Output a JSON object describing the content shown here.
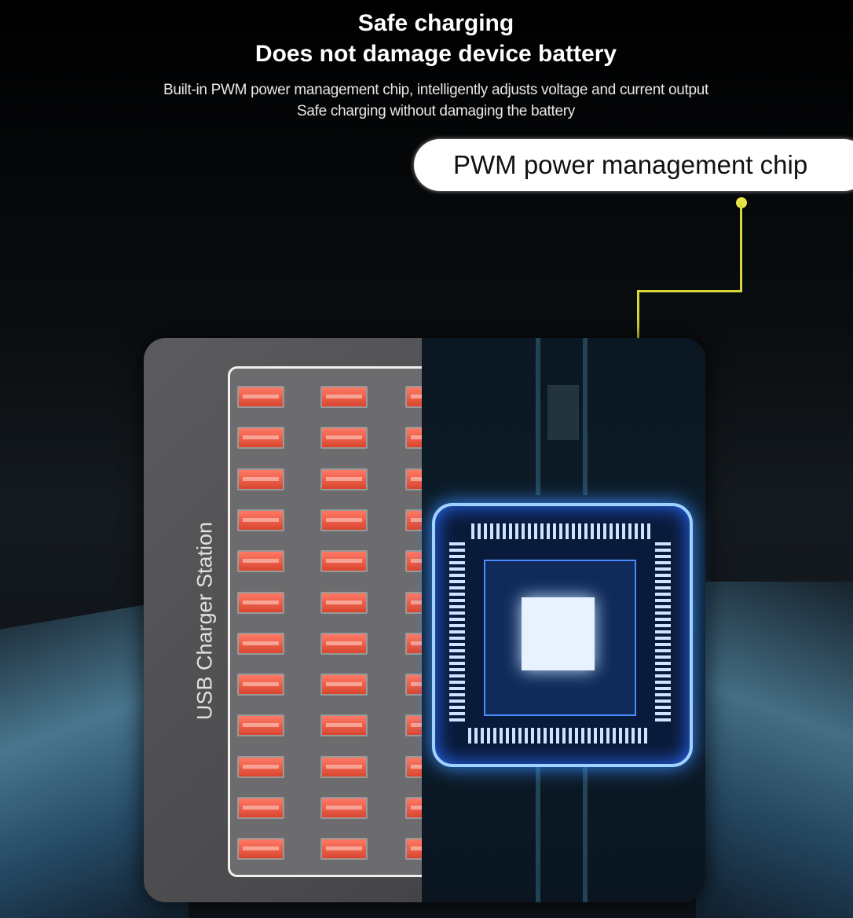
{
  "header": {
    "title_line1": "Safe charging",
    "title_line2": "Does not damage device battery",
    "subtitle_line1": "Built-in PWM power management chip, intelligently adjusts voltage and current output",
    "subtitle_line2": "Safe charging without damaging the battery"
  },
  "callout": {
    "label": "PWM power management chip",
    "line_color": "#d8d83a"
  },
  "device": {
    "label": "USB Charger Station",
    "port_rows": 12,
    "port_columns_visible": 3,
    "port_color": "#e85a44"
  }
}
